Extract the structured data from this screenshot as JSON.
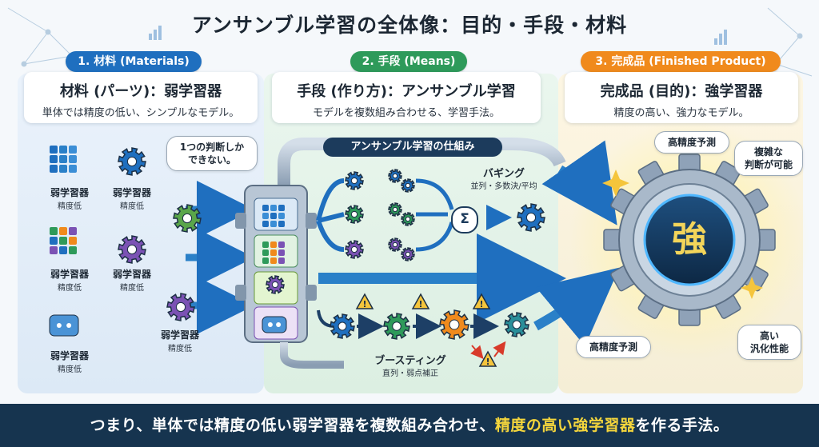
{
  "title": "アンサンブル学習の全体像：目的・手段・材料",
  "sections": [
    {
      "pill": "1. 材料 (Materials)",
      "heading": "材料 (パーツ)：弱学習器",
      "desc": "単体では精度の低い、シンプルなモデル。",
      "color": "#1f6fbf"
    },
    {
      "pill": "2. 手段 (Means)",
      "heading": "手段 (作り方)：アンサンブル学習",
      "desc": "モデルを複数組み合わせる、学習手法。",
      "color": "#2e9a5a"
    },
    {
      "pill": "3. 完成品 (Finished Product)",
      "heading": "完成品 (目的)：強学習器",
      "desc": "精度の高い、強力なモデル。",
      "color": "#f08a1c"
    }
  ],
  "materials": {
    "bubble": "1つの判断しか\nできない。",
    "items": [
      {
        "name": "弱学習器",
        "sub": "精度低"
      },
      {
        "name": "弱学習器",
        "sub": "精度低"
      },
      {
        "name": "弱学習器",
        "sub": "精度低"
      },
      {
        "name": "弱学習器",
        "sub": "精度低"
      },
      {
        "name": "弱学習器",
        "sub": "精度低"
      },
      {
        "name": "弱学習器",
        "sub": "精度低"
      }
    ]
  },
  "means": {
    "pipe_label": "アンサンブル学習の仕組み",
    "bagging": {
      "label": "バギング",
      "sub": "並列・多数決/平均",
      "sum_symbol": "Σ"
    },
    "boosting": {
      "label": "ブースティング",
      "sub": "直列・弱点補正",
      "warn_symbol": "!"
    }
  },
  "product": {
    "core_char": "強",
    "badges": [
      "高精度予測",
      "複雑な\n判断が可能",
      "高精度予測",
      "高い\n汎化性能"
    ]
  },
  "banner": {
    "part1": "つまり、単体では精度の低い弱学習器を複数組み合わせ、",
    "highlight": "精度の高い強学習器",
    "part2": "を作る手法。"
  },
  "colors": {
    "blue": "#1f6fbf",
    "green": "#2e9a5a",
    "orange": "#f08a1c",
    "purple": "#7b52b4",
    "navy": "#16344f",
    "highlight": "#f5d63c"
  }
}
